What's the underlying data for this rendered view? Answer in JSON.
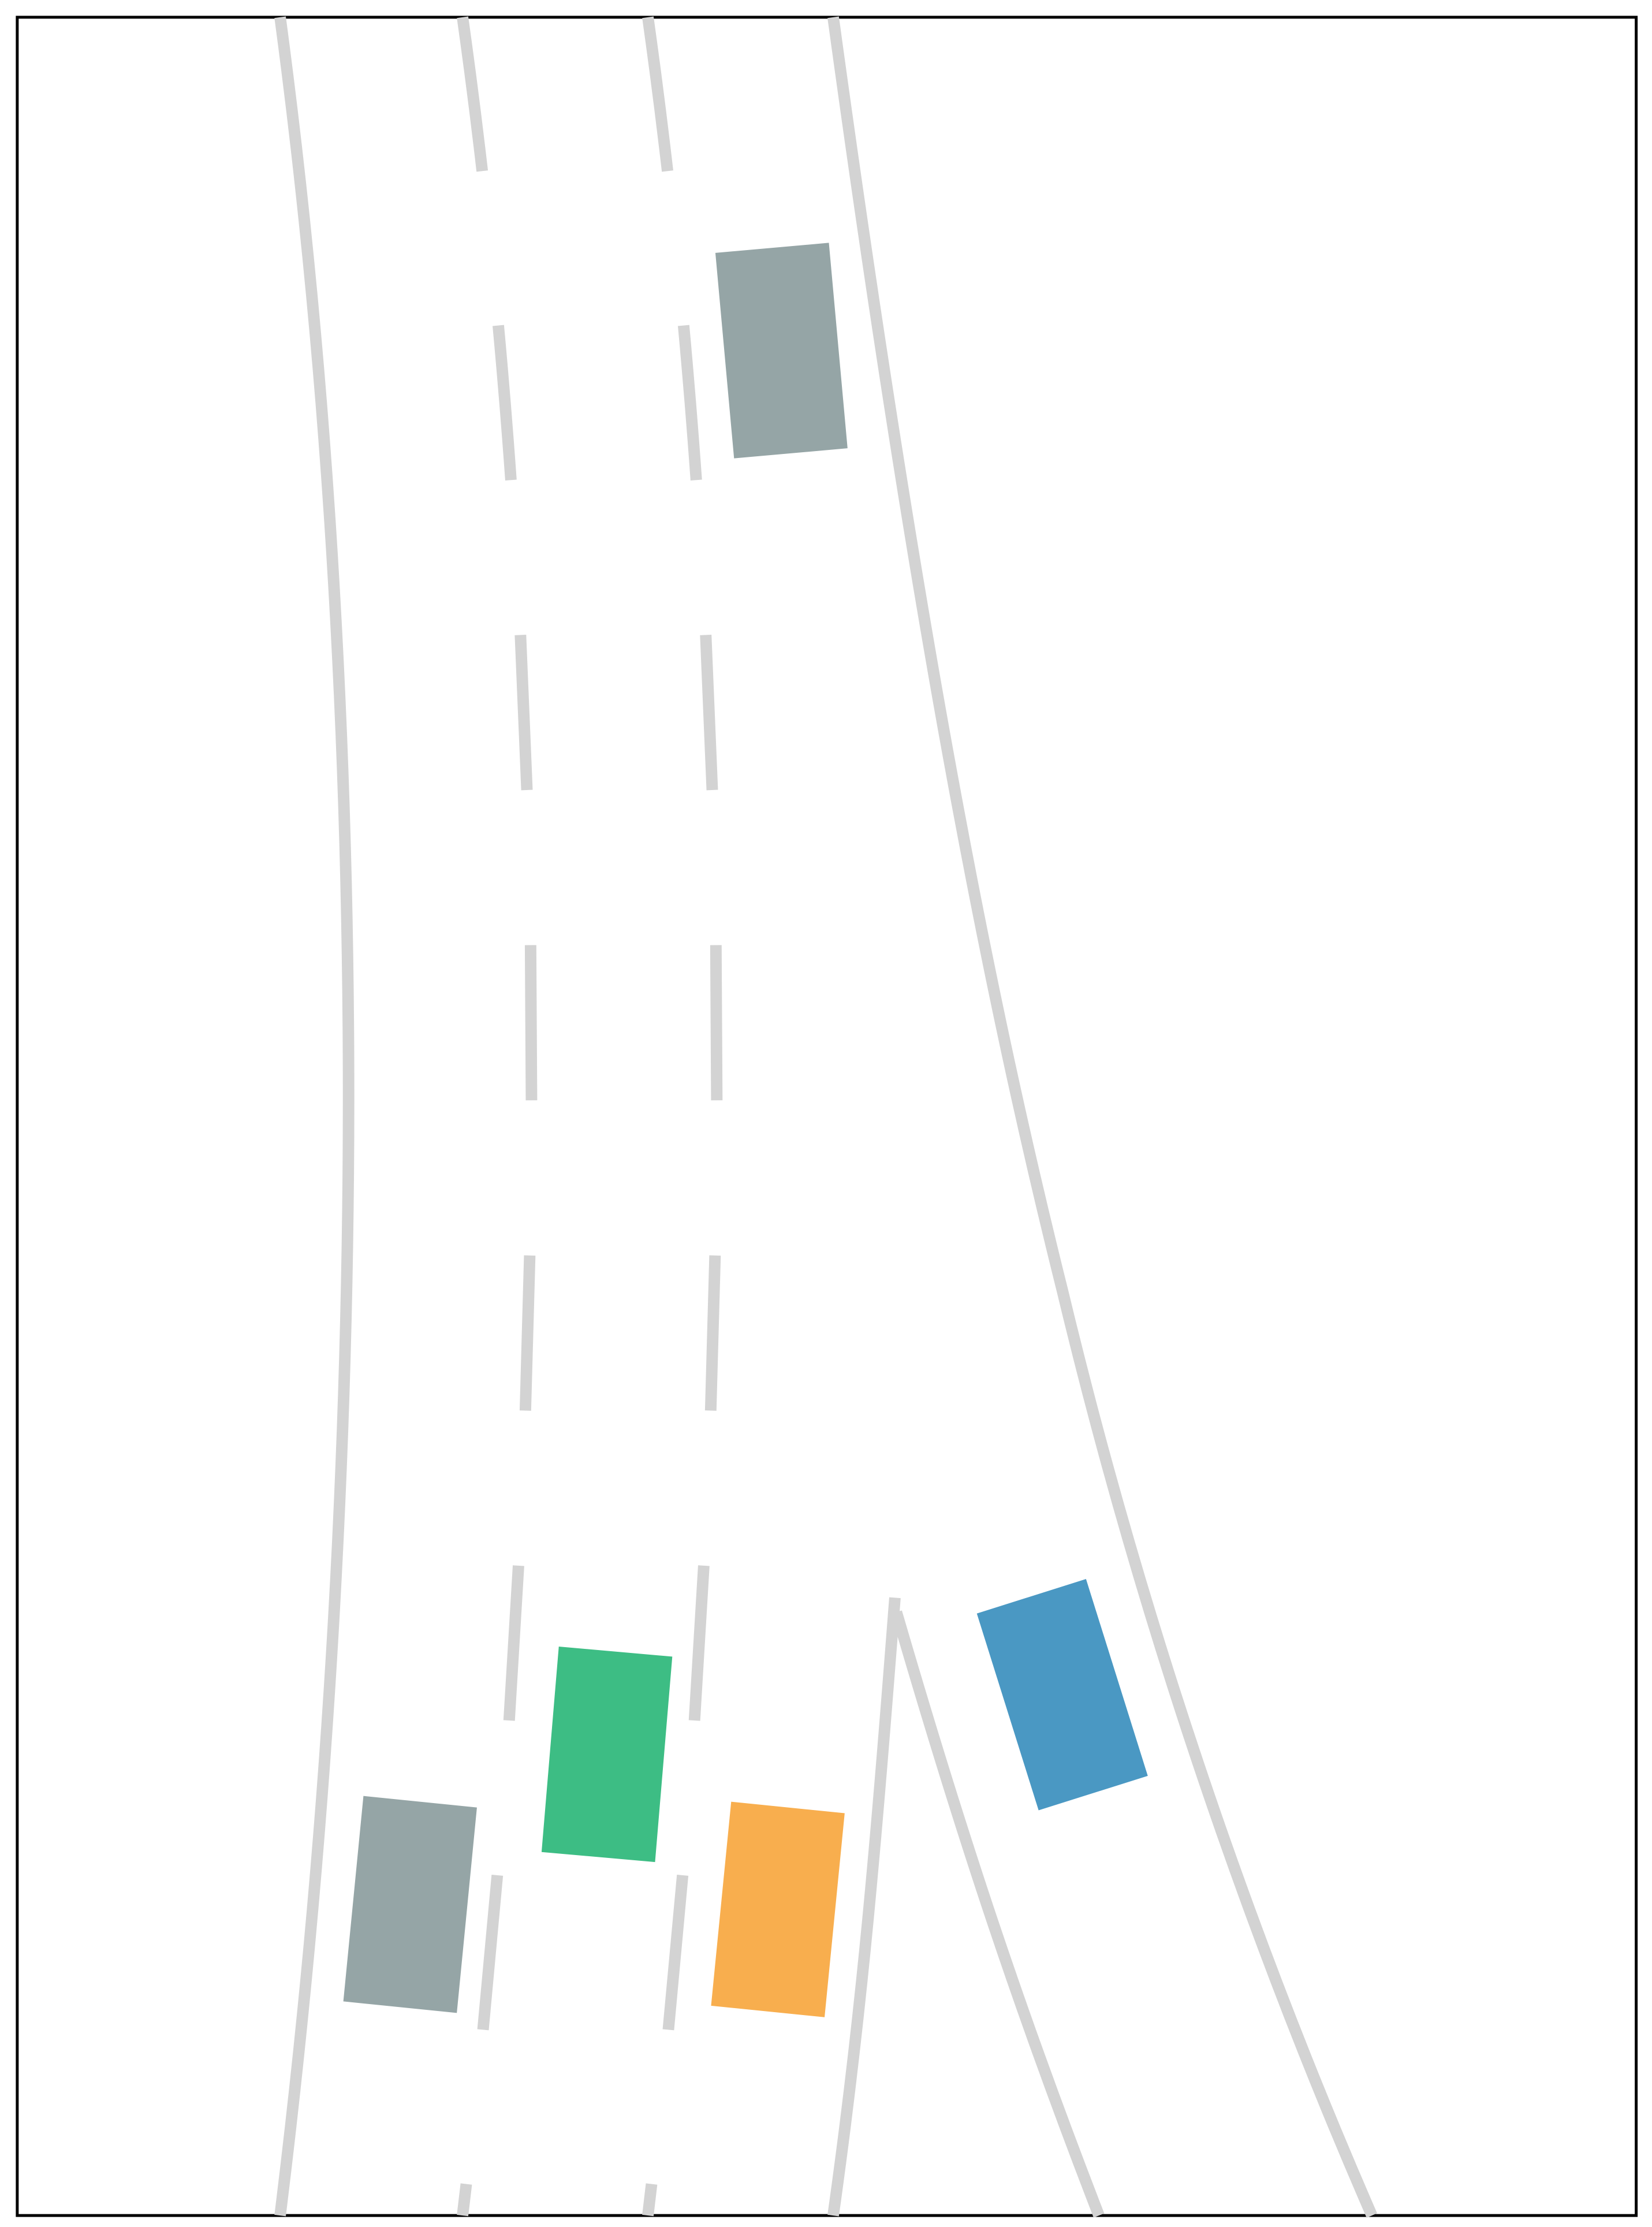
{
  "scene": {
    "frame_color": "#000000",
    "background_color": "#ffffff",
    "lane_marking_color": "#d3d3d3"
  },
  "vehicles": [
    {
      "id": "vehicle-top-gray",
      "color": "#95a5a6",
      "role": "other"
    },
    {
      "id": "vehicle-green",
      "color": "#3dbd84",
      "role": "other"
    },
    {
      "id": "vehicle-blue",
      "color": "#4a98c3",
      "role": "other"
    },
    {
      "id": "vehicle-bottom-gray",
      "color": "#95a5a6",
      "role": "other"
    },
    {
      "id": "vehicle-orange",
      "color": "#f8ae4e",
      "role": "ego"
    }
  ]
}
